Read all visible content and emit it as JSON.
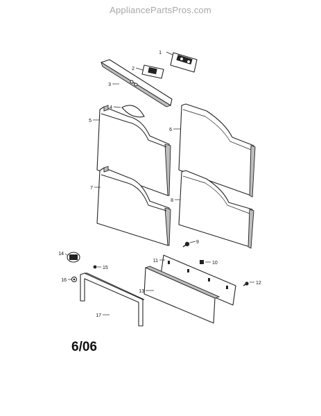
{
  "watermark": "AppliancePartsPros.com",
  "date_code": "6/06",
  "callouts": {
    "p1": "1",
    "p2": "2",
    "p3": "3",
    "p4": "4",
    "p5": "5",
    "p6": "6",
    "p7": "7",
    "p8": "8",
    "p9": "9",
    "p10": "10",
    "p11": "11",
    "p12": "12",
    "p13": "13",
    "p14": "14",
    "p15": "15",
    "p16": "16",
    "p17": "17"
  }
}
